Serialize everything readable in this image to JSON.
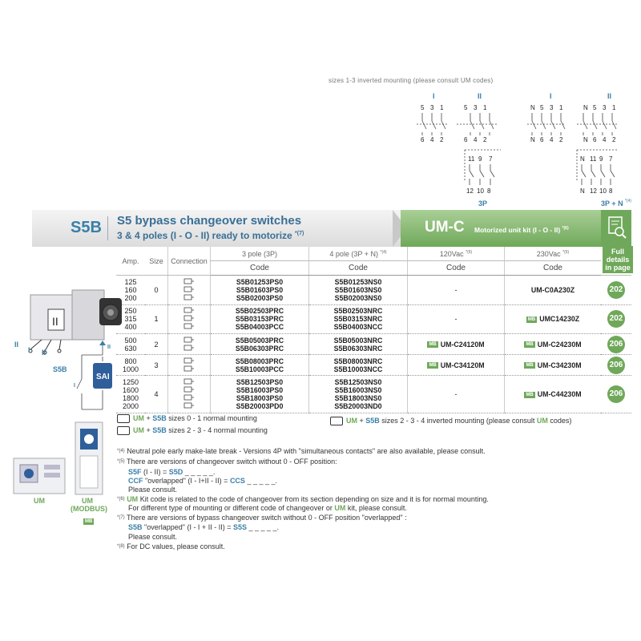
{
  "top_note": "sizes 1-3 inverted mounting (please consult UM codes)",
  "diagram": {
    "left_header_I": "I",
    "left_header_II": "II",
    "right_header_I": "I",
    "right_header_II": "II",
    "left_top_terminals": [
      "5",
      "3",
      "1",
      "5",
      "3",
      "1"
    ],
    "left_bottom_terminals": [
      "6",
      "4",
      "2",
      "6",
      "4",
      "2"
    ],
    "right_top_terminals": [
      "N",
      "5",
      "3",
      "1",
      "N",
      "5",
      "3",
      "1"
    ],
    "right_bottom_terminals": [
      "N",
      "6",
      "4",
      "2",
      "N",
      "6",
      "4",
      "2"
    ],
    "left_aux_top": [
      "11",
      "9",
      "7"
    ],
    "left_aux_bottom": [
      "12",
      "10",
      "8"
    ],
    "right_aux_top": [
      "N",
      "11",
      "9",
      "7"
    ],
    "right_aux_bottom": [
      "N",
      "12",
      "10",
      "8"
    ],
    "label_3p": "3P",
    "label_3pn": "3P + N",
    "label_3pn_sup": "*(4)"
  },
  "header": {
    "code": "S5B",
    "title": "S5 bypass changeover switches",
    "subtitle": "3 & 4 poles (I - O - II) ready to motorize",
    "subtitle_sup": "*(7)",
    "kit_code": "UM-C",
    "kit_title": "Motorized unit kit (I - O - II)",
    "kit_sup": "*(6)",
    "full_details": "Full details in page"
  },
  "table": {
    "headers": {
      "amp": "Amp.",
      "size": "Size",
      "connection": "Connection",
      "pole3": "3 pole (3P)",
      "pole4": "4 pole (3P + N)",
      "pole4_sup": "*(4)",
      "v120": "120Vac",
      "v120_sup": "*(6)",
      "v230": "230Vac",
      "v230_sup": "*(6)",
      "code": "Code"
    },
    "groups": [
      {
        "amps": [
          "125",
          "160",
          "200"
        ],
        "size": "0",
        "p3": [
          "S5B01253PS0",
          "S5B01603PS0",
          "S5B02003PS0"
        ],
        "p4": [
          "S5B01253NS0",
          "S5B01603NS0",
          "S5B02003NS0"
        ],
        "v120": "-",
        "v120_mb": false,
        "v230": "UM-C0A230Z",
        "v230_mb": false,
        "page": "202"
      },
      {
        "amps": [
          "250",
          "315",
          "400"
        ],
        "size": "1",
        "p3": [
          "S5B02503PRC",
          "S5B03153PRC",
          "S5B04003PCC"
        ],
        "p4": [
          "S5B02503NRC",
          "S5B03153NRC",
          "S5B04003NCC"
        ],
        "v120": "-",
        "v120_mb": false,
        "v230": "UMC14230Z",
        "v230_mb": true,
        "page": "202"
      },
      {
        "amps": [
          "500",
          "630"
        ],
        "size": "2",
        "p3": [
          "S5B05003PRC",
          "S5B06303PRC"
        ],
        "p4": [
          "S5B05003NRC",
          "S5B06303NRC"
        ],
        "v120": "UM-C24120M",
        "v120_mb": true,
        "v230": "UM-C24230M",
        "v230_mb": true,
        "page": "206"
      },
      {
        "amps": [
          "800",
          "1000"
        ],
        "size": "3",
        "p3": [
          "S5B08003PRC",
          "S5B10003PCC"
        ],
        "p4": [
          "S5B08003NRC",
          "S5B10003NCC"
        ],
        "v120": "UM-C34120M",
        "v120_mb": true,
        "v230": "UM-C34230M",
        "v230_mb": true,
        "page": "206"
      },
      {
        "amps": [
          "1250",
          "1600",
          "1800",
          "2000"
        ],
        "size": "4",
        "p3": [
          "S5B12503PS0",
          "S5B16003PS0",
          "S5B18003PS0",
          "S5B20003PD0"
        ],
        "p4": [
          "S5B12503NS0",
          "S5B16003NS0",
          "S5B18003NS0",
          "S5B20003ND0"
        ],
        "v120": "-",
        "v120_mb": false,
        "v230": "UM-C44230M",
        "v230_mb": true,
        "page": "206"
      }
    ],
    "mb_label": "MB"
  },
  "left_labels": {
    "i": "I",
    "ii_a": "II",
    "ii_b": "II",
    "s5b": "S5B",
    "sai": "SAI",
    "um": "UM",
    "um_modbus_1": "UM",
    "um_modbus_2": "(MODBUS)",
    "mb": "MB"
  },
  "mounting": {
    "line1_um": "UM",
    "line1_plus": " + ",
    "line1_s5b": "S5B",
    "line1_rest": " sizes 0 - 1 normal mounting",
    "line2_um": "UM",
    "line2_plus": " + ",
    "line2_s5b": "S5B",
    "line2_rest": " sizes 2 - 3 - 4 normal mounting",
    "line3_um": "UM",
    "line3_plus": " + ",
    "line3_s5b": "S5B",
    "line3_rest": " sizes 2 - 3 - 4 inverted mounting (please consult ",
    "line3_um2": "UM",
    "line3_end": " codes)"
  },
  "footnotes": {
    "n4_mark": "*(4)",
    "n4": "Neutral pole early make-late break - Versions 4P with \"simultaneous contacts\" are also available, please consult.",
    "n5_mark": "*(5)",
    "n5": "There are versions of changeover switch without 0 - OFF position:",
    "n5_a_code": "S5F",
    "n5_a_mid": " (I - II) = ",
    "n5_a_eq": "S5D",
    "n5_a_end": " _ _ _ _ _.",
    "n5_b_code": "CCF",
    "n5_b_mid": " \"overlapped\" (I - I+II - II) = ",
    "n5_b_eq": "CCS",
    "n5_b_end": " _ _ _ _ _.",
    "n5_c": "Please consult.",
    "n6_mark": "*(6)",
    "n6_um": "UM",
    "n6": " Kit code is related to the code of changeover from its section depending on size and it is for normal mounting.",
    "n6_b_pre": "For different type of mounting or different code of changeover or ",
    "n6_b_um": "UM",
    "n6_b_end": " kit, please consult.",
    "n7_mark": "*(7)",
    "n7": "There are versions of bypass changeover switch without 0 - OFF position \"overlapped\" :",
    "n7_a_code": "S5B",
    "n7_a_mid": " \"overlapped\" (I - I + II - II) = ",
    "n7_a_eq": "S5S",
    "n7_a_end": " _ _ _ _ _.",
    "n7_b": "Please consult.",
    "n8_mark": "*(8)",
    "n8": "For DC values, please consult."
  },
  "colors": {
    "accent_blue": "#3a7fa8",
    "kit_green": "#6fa85a"
  }
}
